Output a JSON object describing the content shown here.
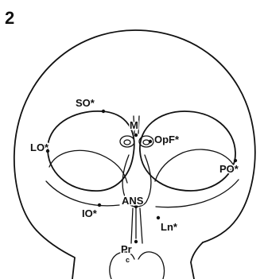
{
  "figure_number": "2",
  "landmarks": {
    "so": "SO*",
    "lo": "LO*",
    "m": "M",
    "opf": "OpF*",
    "po": "PO*",
    "io": "IO*",
    "ans": "ANS",
    "ln": "Ln*",
    "pr": "Pr",
    "pr_sub": "c"
  }
}
